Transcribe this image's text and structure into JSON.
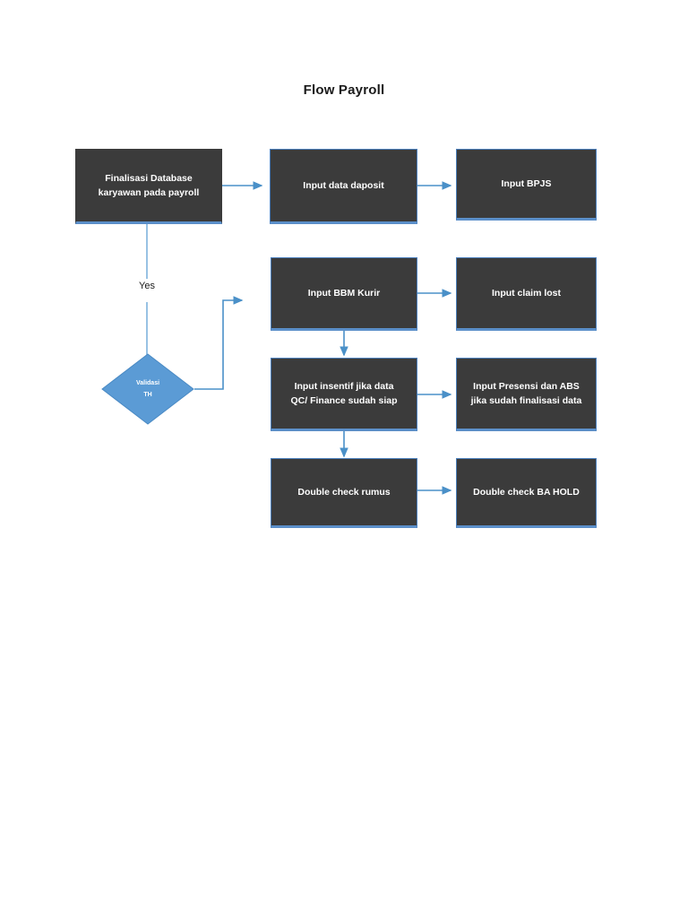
{
  "document": {
    "title": "Flow Payroll",
    "background_color": "#ffffff"
  },
  "theme": {
    "node_fill": "#3b3b3b",
    "node_border": "#4a7ebb",
    "node_text": "#ffffff",
    "decision_fill": "#5b9bd5",
    "decision_stroke": "#4a8ac4",
    "connector_color": "#5b9bd5",
    "label_text": "#1a1a1a"
  },
  "chart_data": {
    "type": "diagram",
    "title": "Flow Payroll",
    "nodes": [
      {
        "id": "n1",
        "shape": "process",
        "label": "Finalisasi Database\nkaryawan pada payroll"
      },
      {
        "id": "n2",
        "shape": "process",
        "label": "Input data daposit"
      },
      {
        "id": "n3",
        "shape": "process",
        "label": "Input BPJS"
      },
      {
        "id": "n4",
        "shape": "decision",
        "label": "Validasi\nTH",
        "line1": "Validasi",
        "line2": "TH"
      },
      {
        "id": "n5",
        "shape": "process",
        "label": "Input BBM Kurir"
      },
      {
        "id": "n6",
        "shape": "process",
        "label": "Input claim lost"
      },
      {
        "id": "n7",
        "shape": "process",
        "label": "Input insentif jika data\nQC/ Finance sudah siap"
      },
      {
        "id": "n8",
        "shape": "process",
        "label": "Input Presensi dan ABS\njika sudah finalisasi data"
      },
      {
        "id": "n9",
        "shape": "process",
        "label": "Double check rumus"
      },
      {
        "id": "n10",
        "shape": "process",
        "label": "Double check BA HOLD"
      }
    ],
    "edges": [
      {
        "from": "n1",
        "to": "n2",
        "label": "",
        "style": "arrow-right"
      },
      {
        "from": "n2",
        "to": "n3",
        "label": "",
        "style": "arrow-right"
      },
      {
        "from": "n1",
        "to": "n4",
        "label": "Yes",
        "style": "line-down"
      },
      {
        "from": "n4",
        "to": "n5",
        "label": "",
        "style": "elbow-right-up"
      },
      {
        "from": "n5",
        "to": "n6",
        "label": "",
        "style": "arrow-right"
      },
      {
        "from": "n5",
        "to": "n7",
        "label": "",
        "style": "arrow-down"
      },
      {
        "from": "n7",
        "to": "n8",
        "label": "",
        "style": "arrow-right"
      },
      {
        "from": "n7",
        "to": "n9",
        "label": "",
        "style": "arrow-down"
      },
      {
        "from": "n9",
        "to": "n10",
        "label": "",
        "style": "arrow-right"
      }
    ],
    "annotations": [
      {
        "id": "yes",
        "text": "Yes"
      }
    ]
  },
  "nodes": {
    "finalisasi": "Finalisasi Database\nkaryawan pada payroll",
    "input_daposit": "Input data daposit",
    "input_bpjs": "Input BPJS",
    "validasi_line1": "Validasi",
    "validasi_line2": "TH",
    "input_bbm": "Input BBM Kurir",
    "input_claim": "Input claim lost",
    "input_insentif": "Input insentif jika data\nQC/ Finance sudah siap",
    "input_presensi": "Input Presensi dan ABS\njika sudah finalisasi data",
    "double_rumus": "Double check rumus",
    "double_hold": "Double check BA HOLD"
  },
  "labels": {
    "yes": "Yes"
  }
}
